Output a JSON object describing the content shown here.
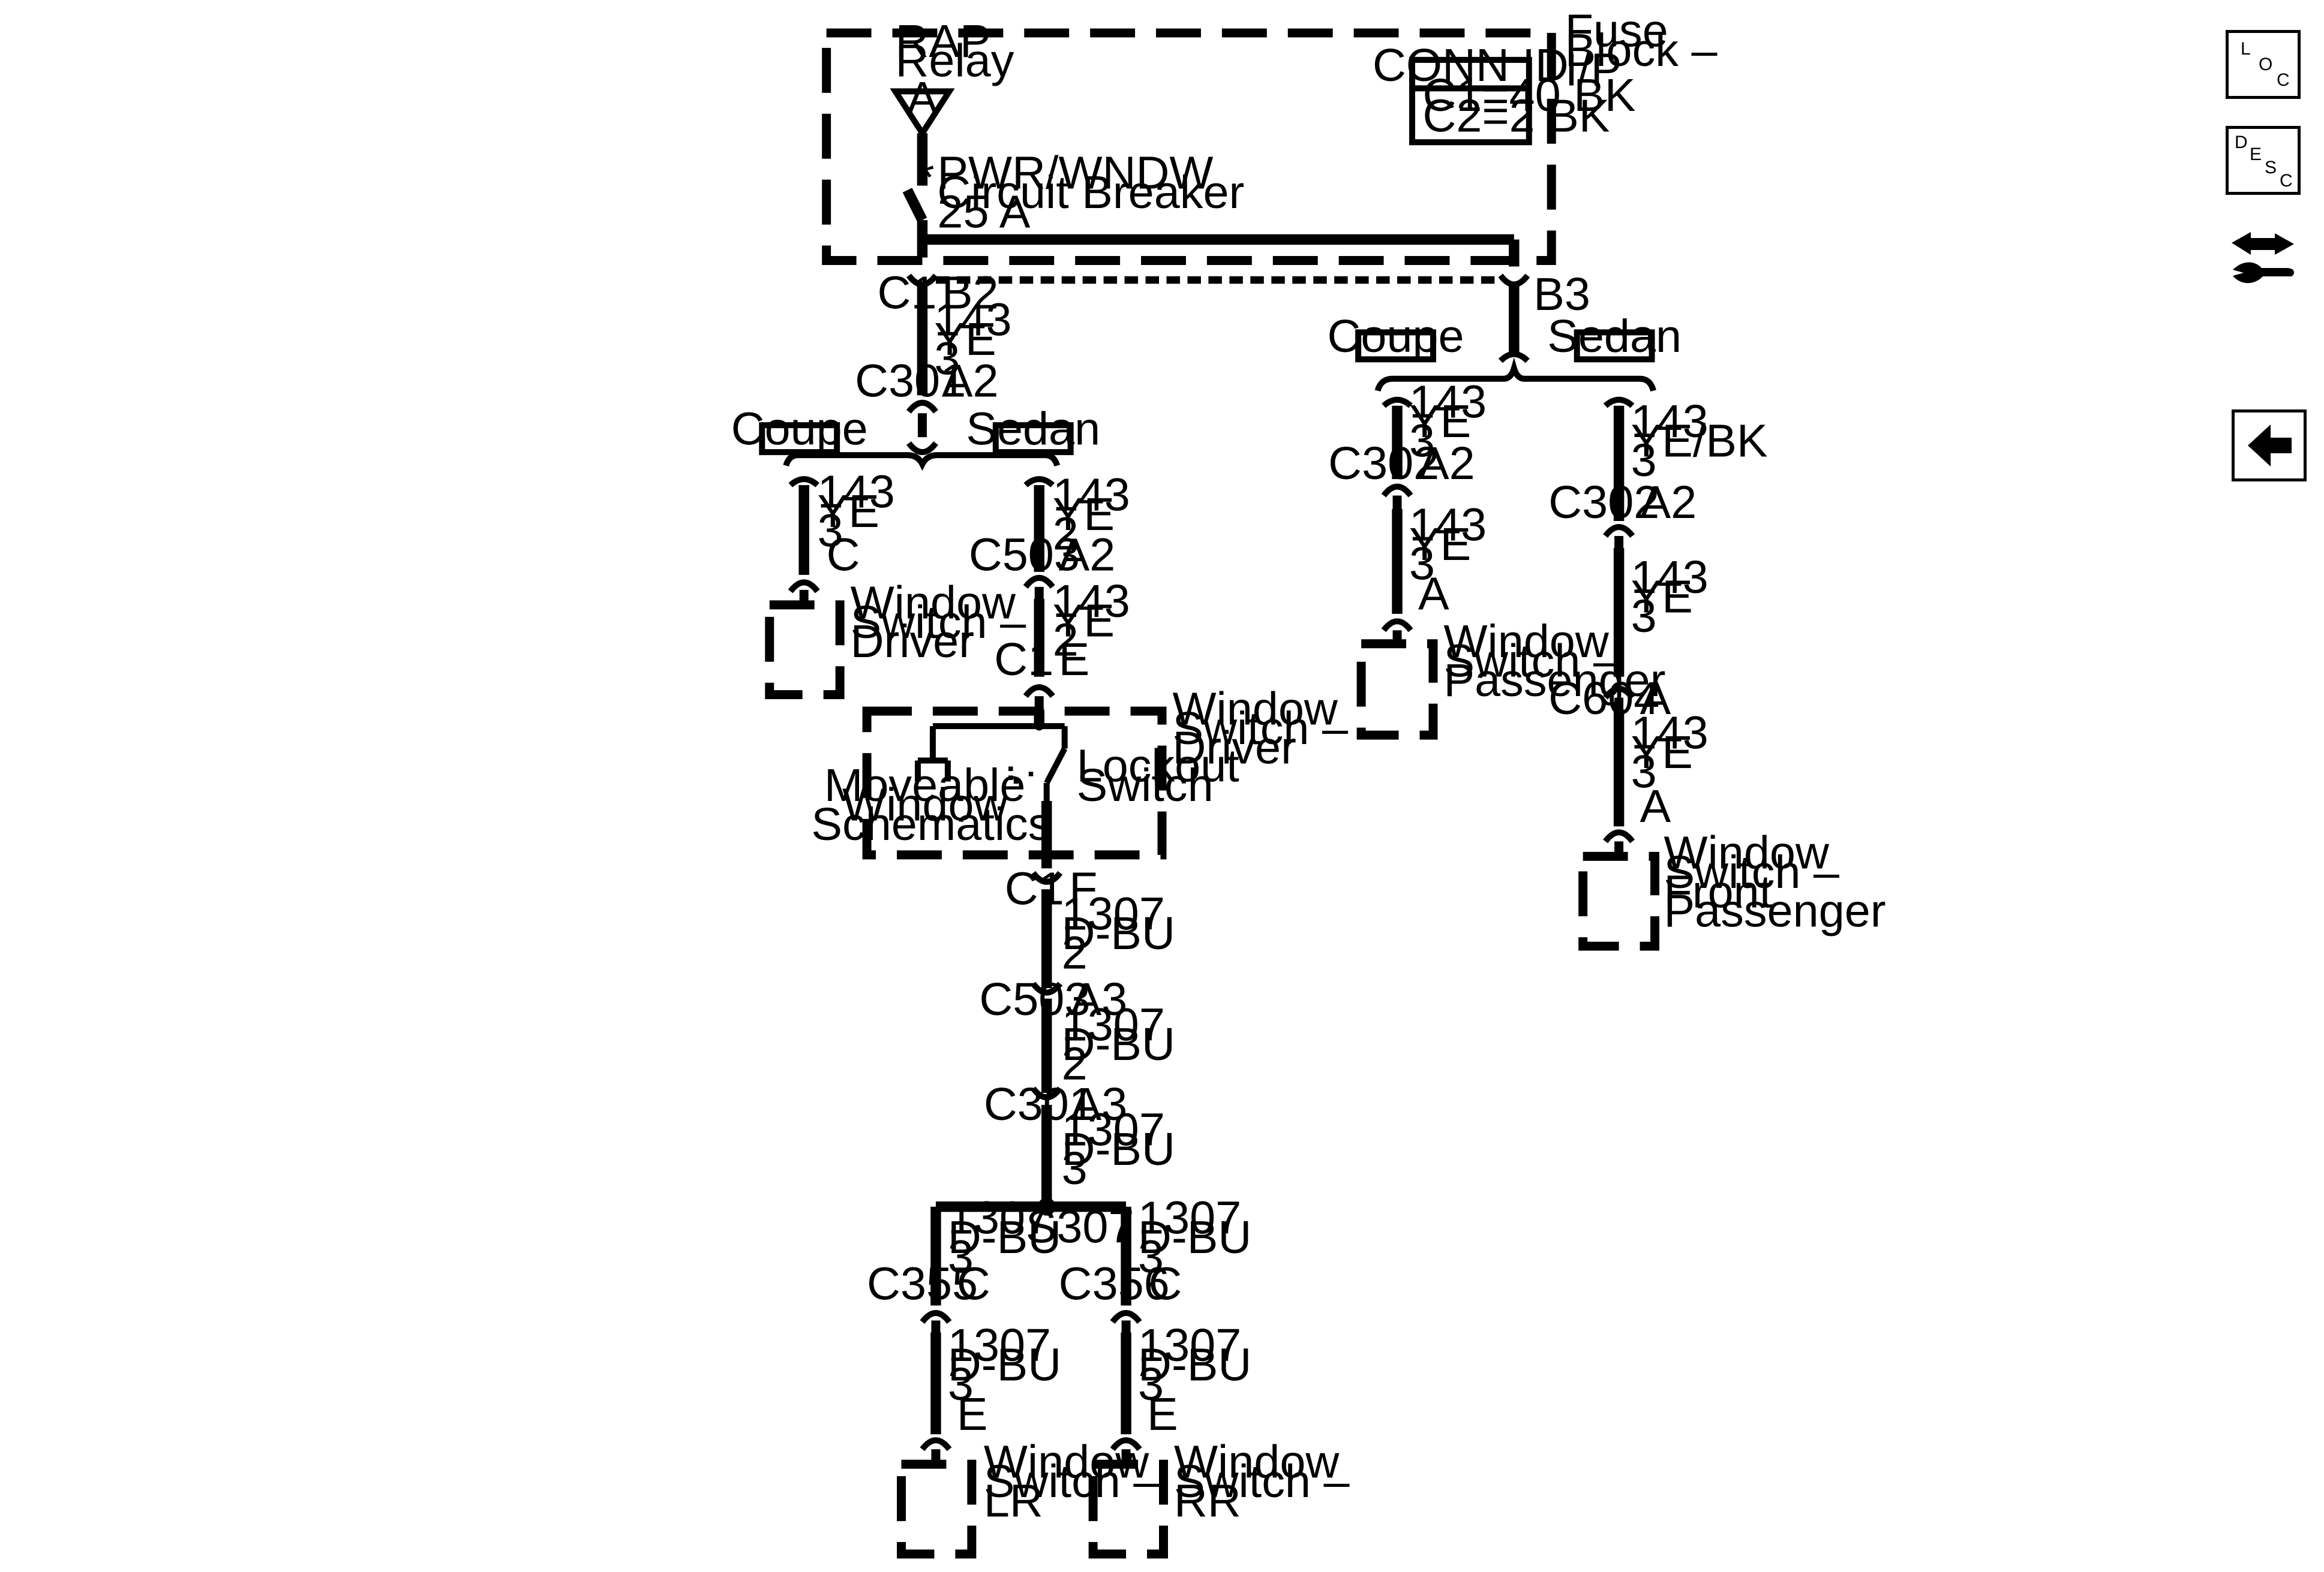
{
  "fuse_block": {
    "lines": [
      "Fuse",
      "Block –",
      "I/P"
    ]
  },
  "rap_relay": {
    "lines": [
      "RAP",
      "Relay"
    ],
    "pin": "A"
  },
  "circuit_breaker": {
    "lines": [
      "PWR/WNDW",
      "Circuit Breaker",
      "25 A"
    ]
  },
  "conn_table": {
    "title": "CONN ID",
    "rows": [
      "C1=40 BK",
      "C2=2 BK"
    ]
  },
  "options": {
    "coupe": "Coupe",
    "sedan": "Sedan"
  },
  "left_trunk": {
    "c1": "C1",
    "b2": "B2",
    "wire1": [
      "143",
      "YE",
      "3"
    ],
    "c301": "C301",
    "a2": "A2"
  },
  "coupe_branch": {
    "wire": [
      "143",
      "YE",
      "3"
    ],
    "pin": "C",
    "device": [
      "Window",
      "Switch –",
      "Driver"
    ]
  },
  "sedan_branch": {
    "wire1": [
      "143",
      "YE",
      "2"
    ],
    "c503": "C503",
    "a2": "A2",
    "wire2": [
      "143",
      "YE",
      "2"
    ],
    "c1": "C1",
    "e": "E"
  },
  "driver_switch_box": {
    "label": [
      "Window",
      "Switch –",
      "Driver"
    ],
    "moveable": [
      "Moveable",
      "Window",
      "Schematics"
    ],
    "lockout": [
      "Lockout",
      "Switch"
    ]
  },
  "lower_chain": {
    "c1": "C1",
    "f": "F",
    "wire1": [
      "1307",
      "D-BU",
      "2"
    ],
    "c503": "C503",
    "a3_1": "A3",
    "wire2": [
      "1307",
      "D-BU",
      "2"
    ],
    "c301": "C301",
    "a3_2": "A3",
    "wire3": [
      "1307",
      "D-BU",
      "3"
    ],
    "splice": "S307"
  },
  "lr_branch": {
    "wire1": [
      "1307",
      "D-BU",
      "3"
    ],
    "conn": "C355",
    "pin_c": "C",
    "wire2": [
      "1307",
      "D-BU",
      "3"
    ],
    "pin_e": "E",
    "device": [
      "Window",
      "Switch –",
      "LR"
    ]
  },
  "rr_branch": {
    "wire1": [
      "1307",
      "D-BU",
      "3"
    ],
    "conn": "C356",
    "pin_c": "C",
    "wire2": [
      "1307",
      "D-BU",
      "3"
    ],
    "pin_e": "E",
    "device": [
      "Window",
      "Switch –",
      "RR"
    ]
  },
  "right_trunk": {
    "b3": "B3"
  },
  "right_coupe": {
    "wire1": [
      "143",
      "YE",
      "3"
    ],
    "c302": "C302",
    "a2": "A2",
    "wire2": [
      "143",
      "YE",
      "3"
    ],
    "pin_a": "A",
    "device": [
      "Window",
      "Switch –",
      "Passenger"
    ]
  },
  "right_sedan": {
    "wire1": [
      "143",
      "YE/BK",
      "3"
    ],
    "c302": "C302",
    "a2": "A2",
    "wire2": [
      "143",
      "YE",
      "3"
    ],
    "c604": "C604",
    "a": "A",
    "wire3": [
      "143",
      "YE",
      "3"
    ],
    "pin_a": "A",
    "device": [
      "Window",
      "Switch –",
      "Front",
      "Passenger"
    ]
  },
  "sidebar": {
    "loc": [
      "L",
      "O",
      "C"
    ],
    "desc": [
      "D",
      "E",
      "S",
      "C"
    ],
    "transmission_icon": "transmission-wrench-icon",
    "back_icon": "left-arrow-icon"
  }
}
